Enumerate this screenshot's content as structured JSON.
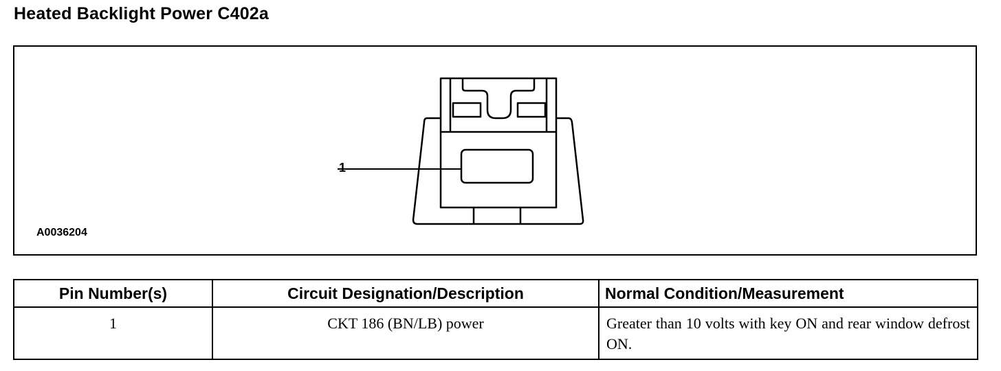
{
  "document": {
    "title": "Heated Backlight Power C402a"
  },
  "figure": {
    "callout_label": "1",
    "figure_id": "A0036204",
    "icon": "connector-c402a-diagram"
  },
  "pin_table": {
    "headers": [
      "Pin Number(s)",
      "Circuit Designation/Description",
      "Normal Condition/Measurement"
    ],
    "rows": [
      {
        "pin": "1",
        "circuit": "CKT 186 (BN/LB) power",
        "condition": "Greater than 10 volts with key ON and rear window defrost ON."
      }
    ]
  }
}
